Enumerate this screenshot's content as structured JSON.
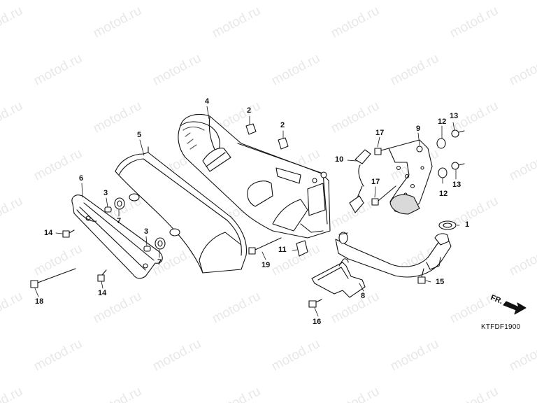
{
  "watermark": "motod.ru",
  "diagram_code": "KTFDF1900",
  "direction_label": "FR.",
  "callouts": {
    "c1": "1",
    "c2a": "2",
    "c2b": "2",
    "c3a": "3",
    "c3b": "3",
    "c4": "4",
    "c5": "5",
    "c6": "6",
    "c7a": "7",
    "c7b": "7",
    "c8": "8",
    "c9": "9",
    "c10": "10",
    "c11": "11",
    "c12a": "12",
    "c12b": "12",
    "c13a": "13",
    "c13b": "13",
    "c14a": "14",
    "c14b": "14",
    "c15": "15",
    "c16": "16",
    "c17a": "17",
    "c17b": "17",
    "c18": "18",
    "c19": "19"
  },
  "colors": {
    "line": "#111111",
    "fill": "#ffffff",
    "shade": "#d9d9d9"
  }
}
